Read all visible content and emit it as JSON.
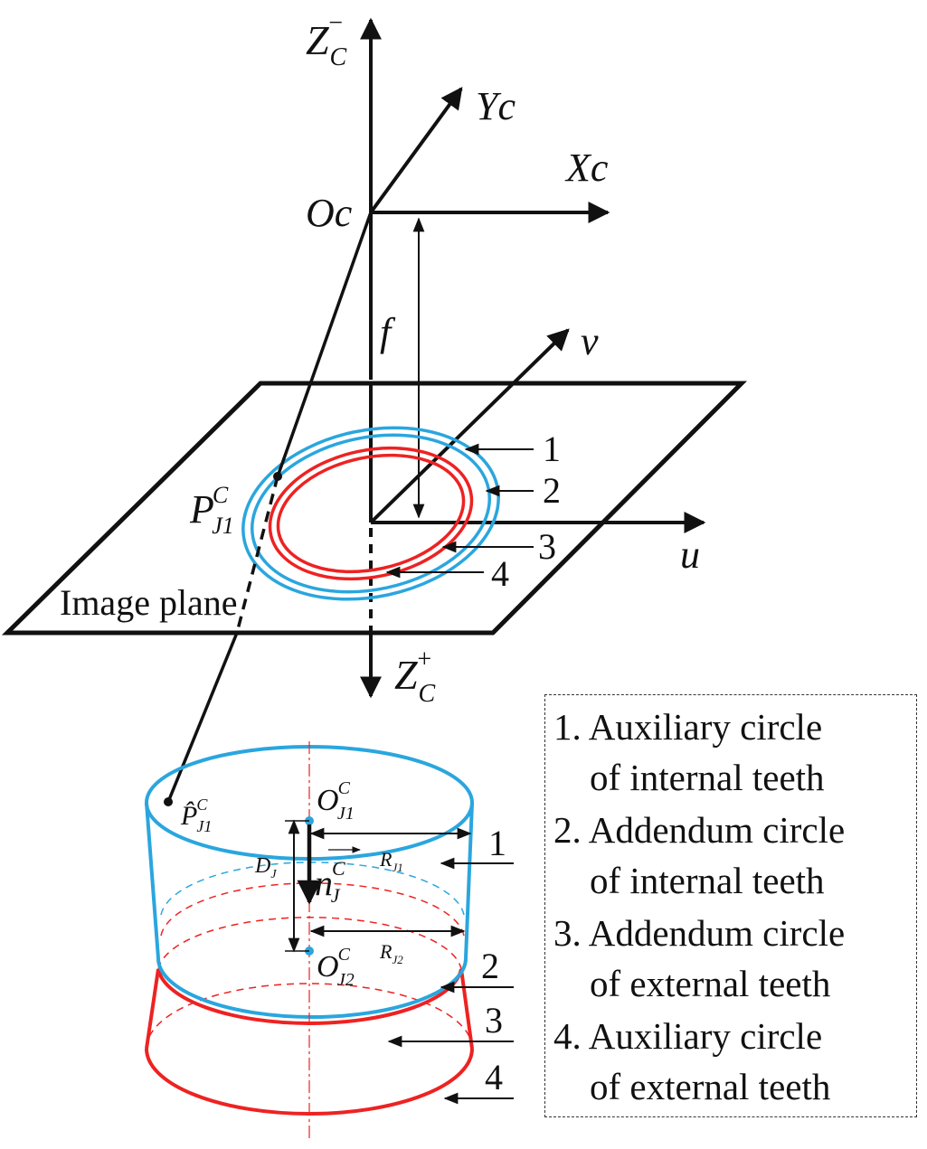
{
  "colors": {
    "blue": "#2aa6de",
    "red": "#ee2222",
    "black": "#111111"
  },
  "axes": {
    "zc_minus": {
      "base": "Z",
      "sub": "C",
      "sup": "−"
    },
    "zc_plus": {
      "base": "Z",
      "sub": "C",
      "sup": "+"
    },
    "yc": "Yc",
    "xc": "Xc",
    "oc": "Oc",
    "f": "f",
    "v": "v",
    "u": "u"
  },
  "image_plane_label": "Image plane",
  "points": {
    "p_j1": {
      "base": "P",
      "sub": "J1",
      "sup": "C"
    },
    "p_hat_j1": {
      "base": "P̂",
      "sub": "J1",
      "sup": "C"
    },
    "o_j1": {
      "base": "O",
      "sub": "J1",
      "sup": "C"
    },
    "o_j2": {
      "base": "O",
      "sub": "J2",
      "sup": "C"
    },
    "n_j": {
      "base": "n",
      "sub": "J",
      "sup": "C"
    },
    "d_j": {
      "base": "D",
      "sub": "J"
    },
    "r_j1": {
      "base": "R",
      "sub": "J1"
    },
    "r_j2": {
      "base": "R",
      "sub": "J2"
    }
  },
  "circle_numbers": [
    "1",
    "2",
    "3",
    "4"
  ],
  "legend": {
    "lines": [
      "1. Auxiliary circle",
      "of internal teeth",
      "2. Addendum circle",
      "of internal teeth",
      "3. Addendum circle",
      "of external teeth",
      "4. Auxiliary circle",
      "of external teeth"
    ]
  }
}
